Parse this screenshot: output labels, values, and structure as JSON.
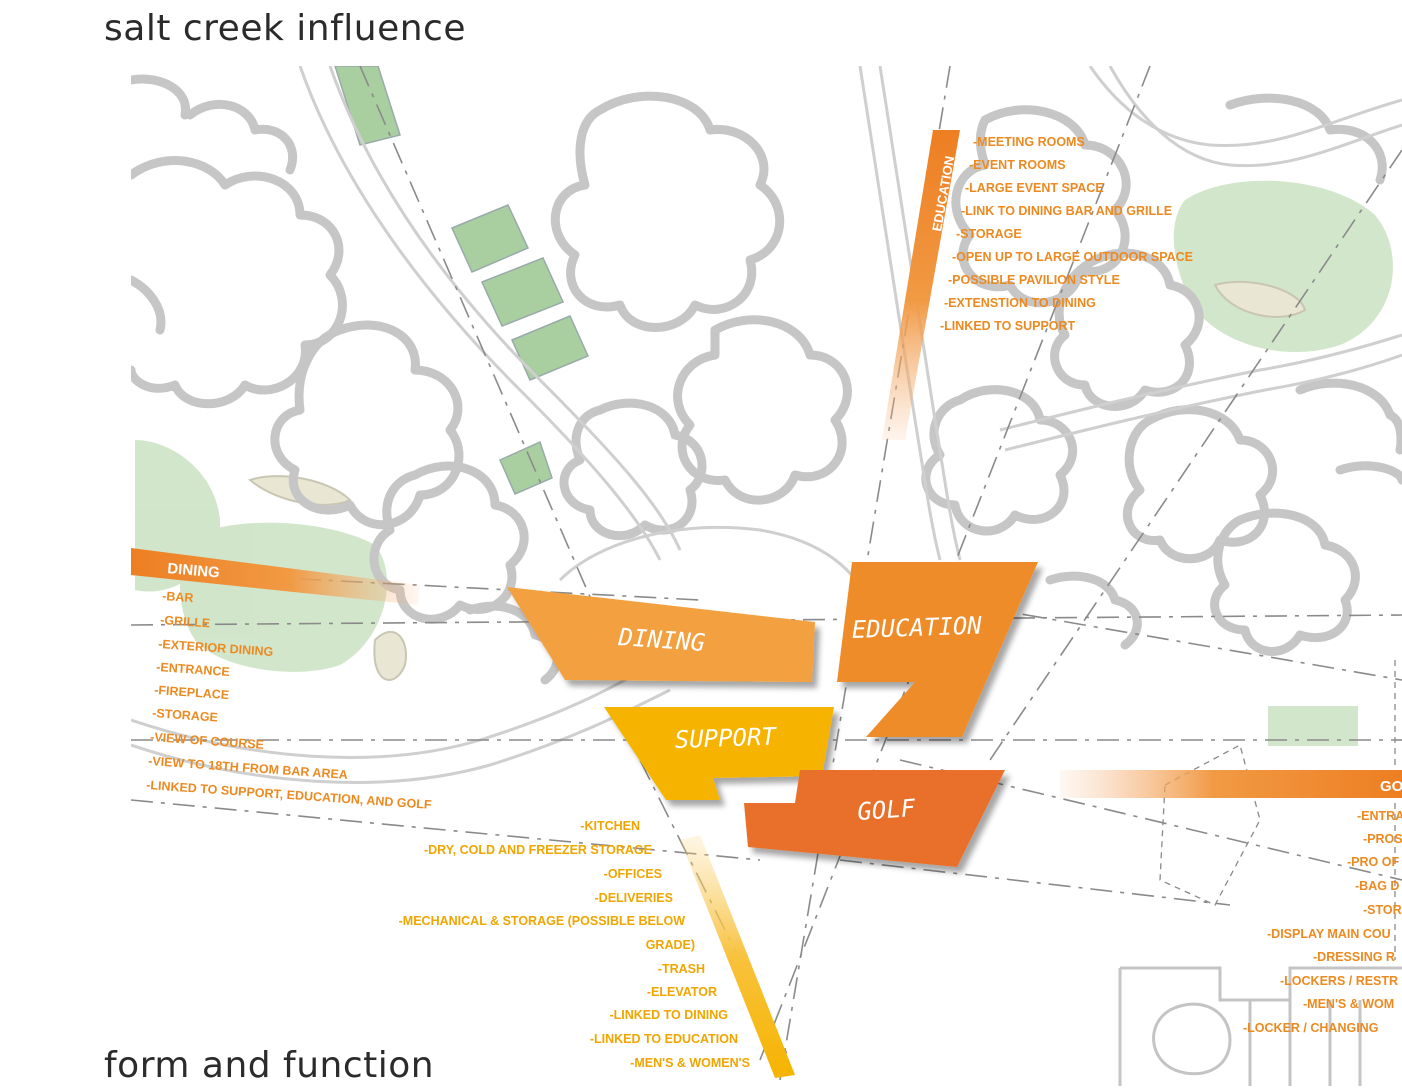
{
  "headings": {
    "top": "salt creek influence",
    "bottom": "form and function"
  },
  "zones": {
    "dining": "DINING",
    "education": "EDUCATION",
    "support": "SUPPORT",
    "golf": "GOLF"
  },
  "bars": {
    "dining": "DINING",
    "education": "EDUCATION",
    "golf": "GO"
  },
  "colors": {
    "orange_dark": "#e8702a",
    "orange_mid": "#ef8c2c",
    "orange_light": "#f3a13f",
    "yellow": "#f6b400",
    "text_orange": "#ec8a21",
    "text_yellow": "#f0a500"
  },
  "education_list": [
    "-MEETING ROOMS",
    "-EVENT ROOMS",
    "-LARGE EVENT SPACE",
    "-LINK TO DINING BAR AND GRILLE",
    "-STORAGE",
    "-OPEN UP TO LARGE OUTDOOR SPACE",
    "-POSSIBLE PAVILION STYLE",
    "-EXTENSTION TO DINING",
    "-LINKED TO SUPPORT"
  ],
  "dining_list": [
    "-BAR",
    "-GRILLE",
    "-EXTERIOR DINING",
    "-ENTRANCE",
    "-FIREPLACE",
    "-STORAGE",
    "-VIEW OF COURSE",
    "-VIEW TO 18TH FROM BAR AREA",
    "-LINKED TO SUPPORT, EDUCATION, AND GOLF"
  ],
  "support_list": [
    "-KITCHEN",
    "-DRY, COLD AND FREEZER STORAGE",
    "-OFFICES",
    "-DELIVERIES",
    "-MECHANICAL & STORAGE (POSSIBLE BELOW",
    "GRADE)",
    "-TRASH",
    "-ELEVATOR",
    "-LINKED TO DINING",
    "-LINKED TO EDUCATION",
    "-MEN'S & WOMEN'S"
  ],
  "golf_list": [
    "-ENTRA",
    "-PROS",
    "-PRO OF",
    "-BAG D",
    "-STOR",
    "-DISPLAY MAIN COU",
    "-DRESSING R",
    "-LOCKERS / RESTR",
    "-MEN'S & WOM",
    "-LOCKER / CHANGING"
  ]
}
